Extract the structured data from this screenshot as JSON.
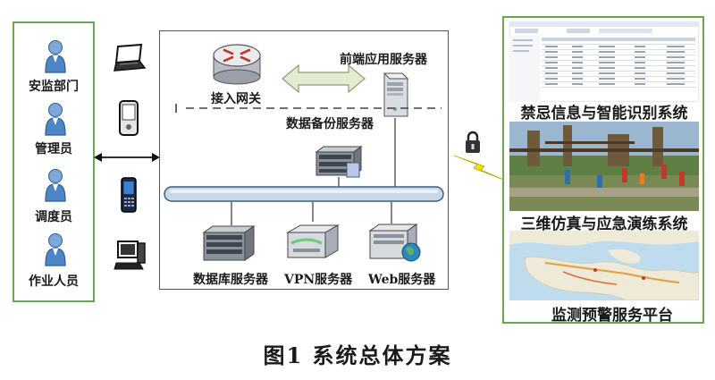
{
  "users": [
    {
      "label": "安监部门"
    },
    {
      "label": "管理员"
    },
    {
      "label": "调度员"
    },
    {
      "label": "作业人员"
    }
  ],
  "servers": {
    "gateway": "接入网关",
    "frontend": "前端应用服务器",
    "backup": "数据备份服务器",
    "database": "数据库服务器",
    "vpn": "VPN服务器",
    "web": "Web服务器"
  },
  "subsystems": [
    {
      "label": "禁忌信息与智能识别系统"
    },
    {
      "label": "三维仿真与应急演练系统"
    },
    {
      "label": "监测预警服务平台"
    }
  ],
  "caption": "图1   系统总体方案",
  "colors": {
    "panel_border": "#6aa84f",
    "bus": "#b8cfe6",
    "person": "#5b8fcf"
  }
}
